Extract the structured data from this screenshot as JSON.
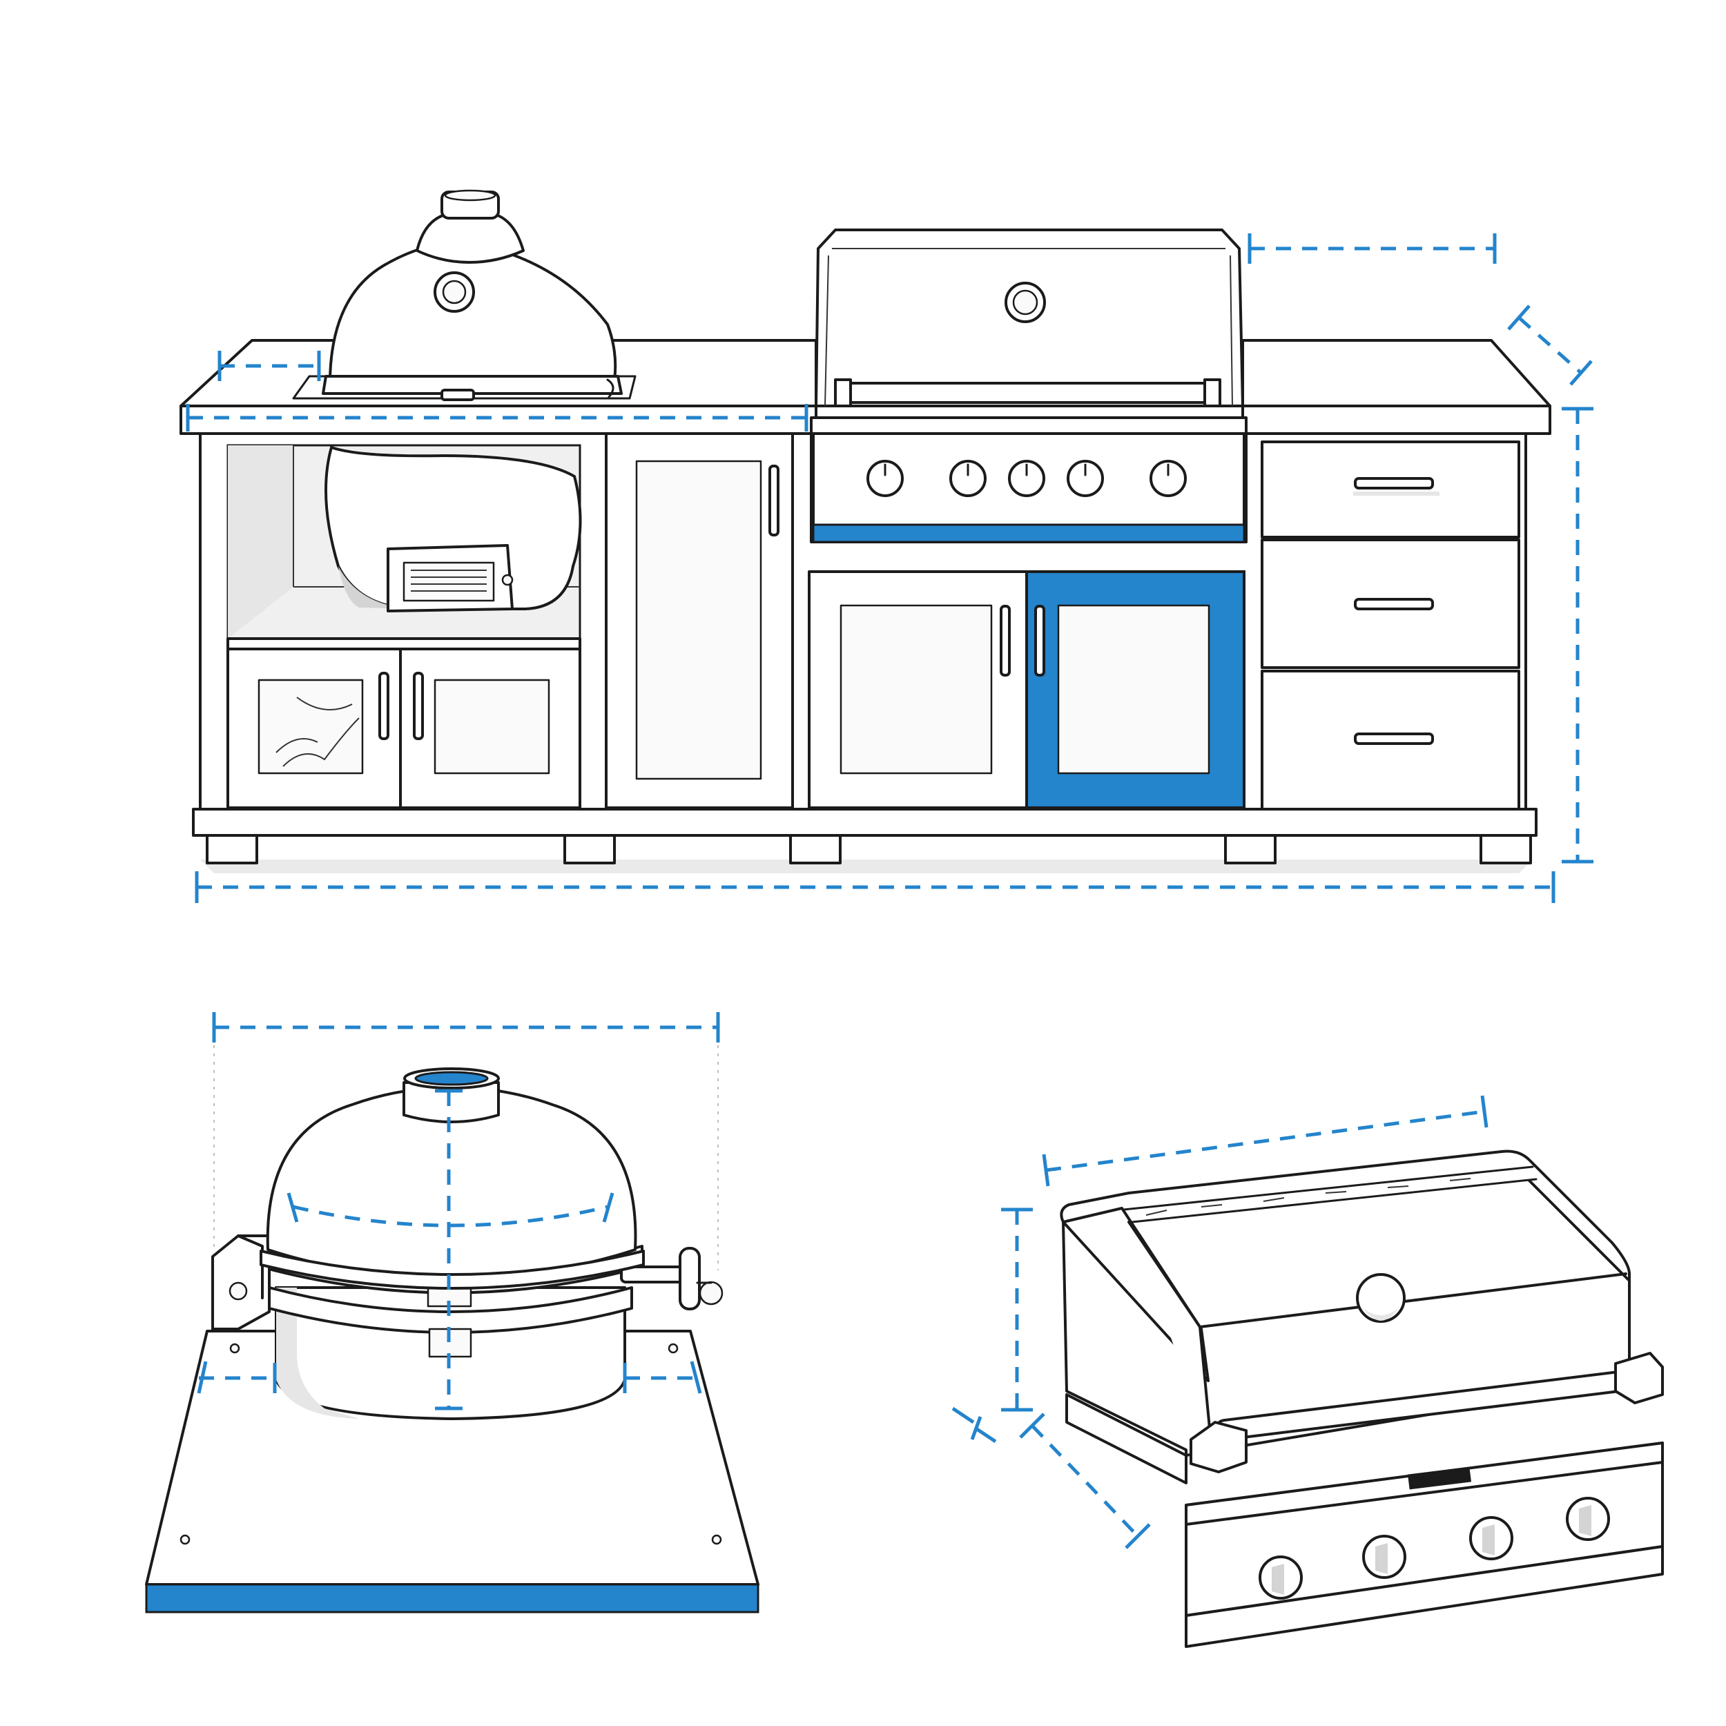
{
  "colors": {
    "accent": "#2484cc",
    "line": "#1b1b1b",
    "fill": "#ffffff",
    "shade": "#e6e6e6"
  },
  "illustration": {
    "views": [
      {
        "name": "full-island-front-view"
      },
      {
        "name": "kamado-grill-view"
      },
      {
        "name": "gas-grill-insert-view"
      }
    ],
    "highlighted_parts": [
      "grill-drip-tray",
      "right-grill-cabinet-door",
      "kamado-vent-cap",
      "kamado-base-plate-edge"
    ]
  }
}
